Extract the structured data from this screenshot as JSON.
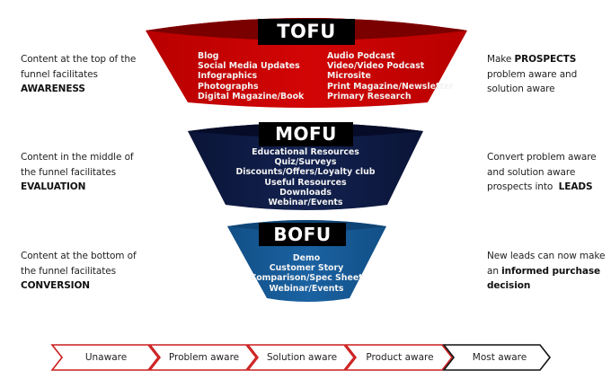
{
  "stages": [
    {
      "id": "tofu",
      "title": "TOFU",
      "color": "#cc0000",
      "rim_color": "#6e0000",
      "items_left": [
        "Blog",
        "Social Media Updates",
        "Infographics",
        "Photographs",
        "Digital Magazine/Book"
      ],
      "items_right": [
        "Audio Podcast",
        "Video/Video Podcast",
        "Microsite",
        "Print Magazine/Newsletter",
        "Primary Research"
      ],
      "left_text": [
        "Content at the top of the",
        "funnel facilitates"
      ],
      "left_bold": "AWARENESS",
      "right_pre": "Make ",
      "right_bold": "PROSPECTS",
      "right_lines": [
        "problem aware and",
        "solution aware"
      ]
    },
    {
      "id": "mofu",
      "title": "MOFU",
      "color": "#0c1842",
      "rim_color": "#060c26",
      "items": [
        "Educational Resources",
        "Quiz/Surveys",
        "Discounts/Offers/Loyalty club",
        "Useful Resources",
        "Downloads",
        "Webinar/Events"
      ],
      "left_text": [
        "Content in the middle of",
        "the funnel facilitates"
      ],
      "left_bold": "EVALUATION",
      "right_lines": [
        "Convert problem aware",
        "and solution aware"
      ],
      "right_last_pre": "prospects into  ",
      "right_bold": "LEADS"
    },
    {
      "id": "bofu",
      "title": "BOFU",
      "color": "#165a96",
      "rim_color": "#0f4576",
      "items": [
        "Demo",
        "Customer Story",
        "Comparison/Spec Sheet",
        "Webinar/Events"
      ],
      "left_text": [
        "Content at the bottom of",
        "the funnel facilitates"
      ],
      "left_bold": "CONVERSION",
      "right_line1": "New leads can now make",
      "right_pre": "an ",
      "right_bold_1": "informed purchase",
      "right_bold_2": "decision"
    }
  ],
  "awareness_steps": [
    {
      "label": "Unaware",
      "color": "#cc1f1f"
    },
    {
      "label": "Problem aware",
      "color": "#cc1f1f"
    },
    {
      "label": "Solution aware",
      "color": "#cc1f1f"
    },
    {
      "label": "Product aware",
      "color": "#cc1f1f"
    },
    {
      "label": "Most aware",
      "color": "#111111"
    }
  ]
}
